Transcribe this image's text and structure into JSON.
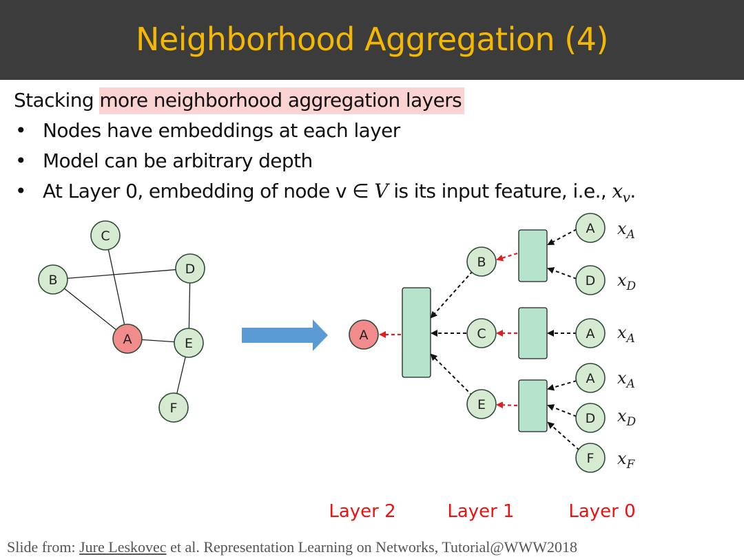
{
  "slide": {
    "title": "Neighborhood Aggregation (4)",
    "lead_prefix": "Stacking ",
    "lead_highlight": "more neighborhood aggregation layers",
    "bullets": [
      "Nodes have embeddings at each layer",
      "Model can be arbitrary depth"
    ],
    "bullet3_prefix": "At Layer 0, embedding of node v ∈ ",
    "bullet3_V": "V",
    "bullet3_mid": " is its input feature, i.e., ",
    "bullet3_x": "x",
    "bullet3_sub": "v",
    "bullet3_end": "."
  },
  "graph": {
    "nodes": {
      "a": "A",
      "b": "B",
      "c": "C",
      "d": "D",
      "e": "E",
      "f": "F"
    }
  },
  "tree": {
    "root": "A",
    "layer1": {
      "b": "B",
      "c": "C",
      "e": "E"
    },
    "leaves": [
      "A",
      "D",
      "A",
      "A",
      "D",
      "F"
    ],
    "features": [
      {
        "x": "x",
        "sub": "A"
      },
      {
        "x": "x",
        "sub": "D"
      },
      {
        "x": "x",
        "sub": "A"
      },
      {
        "x": "x",
        "sub": "A"
      },
      {
        "x": "x",
        "sub": "D"
      },
      {
        "x": "x",
        "sub": "F"
      }
    ],
    "layer_labels": [
      "Layer 2",
      "Layer 1",
      "Layer 0"
    ]
  },
  "colors": {
    "header_bg": "#3c3c3c",
    "title": "#f5b800",
    "highlight": "#fbd3d3",
    "node_fill": "#d5ead0",
    "target_fill": "#f28b8b",
    "box_fill": "#b5e3cc",
    "arrow_big": "#5b9bd5",
    "layer_label": "#ee1111",
    "red_arrow": "#e02020"
  },
  "footer": {
    "prefix": "Slide from: ",
    "author": "Jure Leskovec",
    "suffix": " et al. Representation Learning on Networks, Tutorial@WWW2018"
  }
}
